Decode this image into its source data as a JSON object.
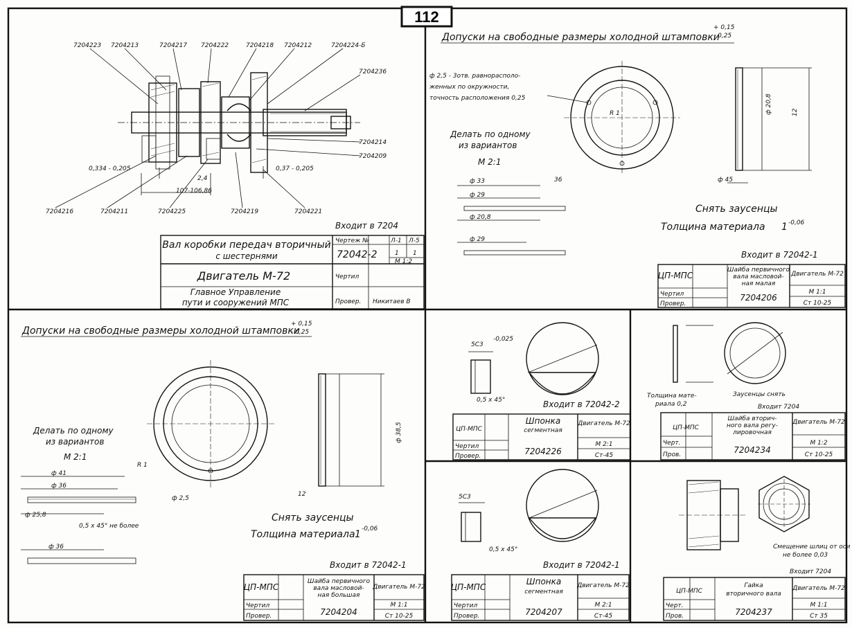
{
  "page_number": "112",
  "sheet1": {
    "labels_top": [
      "7204223",
      "7204213",
      "7204217",
      "7204222",
      "7204218",
      "7204212",
      "7204224-Б"
    ],
    "labels_right": [
      "7204236",
      "7204214",
      "7204209"
    ],
    "labels_bottom": [
      "7204216",
      "7204211",
      "7204225",
      "7204219",
      "7204221"
    ],
    "dims": [
      "0,334 - 0,205",
      "0,37 - 0,205",
      "107-106,86",
      "2,4"
    ],
    "enters": "Входит в 7204",
    "title_line1": "Вал коробки передач вторичный",
    "title_line2": "с шестернями",
    "org_line1": "Главное Управление",
    "org_line2": "пути и сооружений МПС",
    "drawing_hdr": "Чертеж №",
    "drawing_no": "72042-2",
    "sheet_hdr_a": "Л-1",
    "sheet_hdr_b": "Л-5",
    "sheet_a": "1",
    "sheet_b": "1",
    "scale": "М 1:2",
    "engine": "Двигатель М-72",
    "drew": "Чертил",
    "checked": "Провер.",
    "checker": "Никитаев В"
  },
  "sheet2": {
    "tolerance_title": "Допуски на свободные размеры холодной штамповки",
    "tol_plus": "+ 0,15",
    "tol_minus": "- 0,25",
    "hole_note_1": "ф 2,5 - 3отв. равнорасполо-",
    "hole_note_2": "женных по окружности,",
    "hole_note_3": "точность расположения 0,25",
    "make_1": "Делать по одному",
    "make_2": "из вариантов",
    "scale": "М 2:1",
    "dims": [
      "ф 33",
      "ф 29",
      "ф 20,8",
      "ф 29",
      "36",
      "ф 45",
      "R 1",
      "12",
      "ф 20,8"
    ],
    "deburr": "Снять заусенцы",
    "thickness": "Толщина материала",
    "thickness_val": "1",
    "thickness_tol": "-0,06",
    "enters": "Входит в 72042-1",
    "org": "ЦП-МПС",
    "part_name_1": "Шайба первичного",
    "part_name_2": "вала масловой-",
    "part_name_3": "ная малая",
    "part_no": "7204206",
    "engine": "Двигатель М-72",
    "scale_box": "М 1:1",
    "material": "Ст 10-25",
    "drew": "Чертил",
    "checked": "Провер."
  },
  "sheet3": {
    "tolerance_title": "Допуски на свободные размеры холодной штамповки",
    "tol_plus": "+ 0,15",
    "tol_minus": "- 0,25",
    "make_1": "Делать по одному",
    "make_2": "из вариантов",
    "scale": "М 2:1",
    "dims": [
      "ф 41",
      "ф 36",
      "ф 25,8",
      "0,5 x 45° не более",
      "ф 36",
      "R 1",
      "ф 2,5",
      "ф 38,5",
      "12"
    ],
    "deburr": "Снять заусенцы",
    "thickness": "Толщина материала",
    "thickness_val": "1",
    "thickness_tol": "-0,06",
    "enters": "Входит в 72042-1",
    "org": "ЦП-МПС",
    "part_name_1": "Шайба первичного",
    "part_name_2": "вала масловой-",
    "part_name_3": "ная большая",
    "part_no": "7204204",
    "engine": "Двигатель М-72",
    "scale_box": "М 1:1",
    "material": "Ст 10-25",
    "drew": "Чертил",
    "checked": "Провер."
  },
  "sheet4": {
    "dims": [
      "5С3",
      "0,5 x 45°",
      "-0,025"
    ],
    "enters": "Входит в 72042-2",
    "org": "ЦП-МПС",
    "part_name_1": "Шпонка",
    "part_name_2": "сегментная",
    "part_no": "7204226",
    "engine": "Двигатель М-72",
    "scale_box": "М 2:1",
    "material": "Ст-45",
    "drew": "Чертил",
    "checked": "Провер."
  },
  "sheet5": {
    "thickness_1": "Толщина мате-",
    "thickness_2": "риала 0,2",
    "deburr": "Заусенцы снять",
    "enters": "Входит 7204",
    "org": "ЦП-МПС",
    "part_name_1": "Шайба вторич-",
    "part_name_2": "ного вала регу-",
    "part_name_3": "лировочная",
    "part_no": "7204234",
    "engine": "Двигатель М-72",
    "scale_box": "М 1:2",
    "material": "Ст 10-25",
    "drew": "Черт.",
    "checked": "Пров."
  },
  "sheet6": {
    "dims": [
      "5С3",
      "0,5 x 45°"
    ],
    "enters": "Входит в 72042-1",
    "org": "ЦП-МПС",
    "part_name_1": "Шпонка",
    "part_name_2": "сегментная",
    "part_no": "7204207",
    "engine": "Двигатель М-72",
    "scale_box": "М 2:1",
    "material": "Ст-45",
    "drew": "Чертил",
    "checked": "Провер."
  },
  "sheet7": {
    "note_1": "Смещение шлиц от оси",
    "note_2": "не более 0,03",
    "enters": "Входит 7204",
    "org": "ЦП-МПС",
    "part_name_1": "Гайка",
    "part_name_2": "вторичного вала",
    "part_no": "7204237",
    "engine": "Двигатель М-72",
    "scale_box": "М 1:1",
    "material": "Ст 35",
    "drew": "Черт.",
    "checked": "Пров."
  }
}
